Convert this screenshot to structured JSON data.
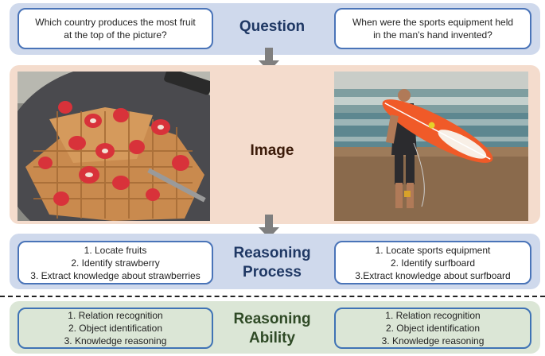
{
  "question": {
    "label": "Question",
    "left_lines": [
      "Which country produces the most fruit",
      "at the top of the picture?"
    ],
    "right_lines": [
      "When were the sports equipment held",
      "in the man's hand invented?"
    ]
  },
  "image": {
    "label": "Image",
    "left_photo": "waffles-with-strawberries",
    "right_photo": "man-carrying-surfboard-on-beach"
  },
  "process": {
    "label_lines": [
      "Reasoning",
      "Process"
    ],
    "left_lines": [
      "1. Locate fruits",
      "2. Identify strawberry",
      "3. Extract knowledge about strawberries"
    ],
    "right_lines": [
      "1. Locate sports equipment",
      "2. Identify surfboard",
      "3.Extract knowledge about surfboard"
    ]
  },
  "ability": {
    "label_lines": [
      "Reasoning",
      "Ability"
    ],
    "left_lines": [
      "1. Relation recognition",
      "2. Object identification",
      "3. Knowledge reasoning"
    ],
    "right_lines": [
      "1. Relation recognition",
      "2. Object identification",
      "3. Knowledge reasoning"
    ]
  },
  "colors": {
    "blue_band": "#cfd9ec",
    "peach_band": "#f4dccd",
    "green_band": "#dbe6d6",
    "box_border": "#4a74b8",
    "arrow": "#7f7f7f"
  }
}
